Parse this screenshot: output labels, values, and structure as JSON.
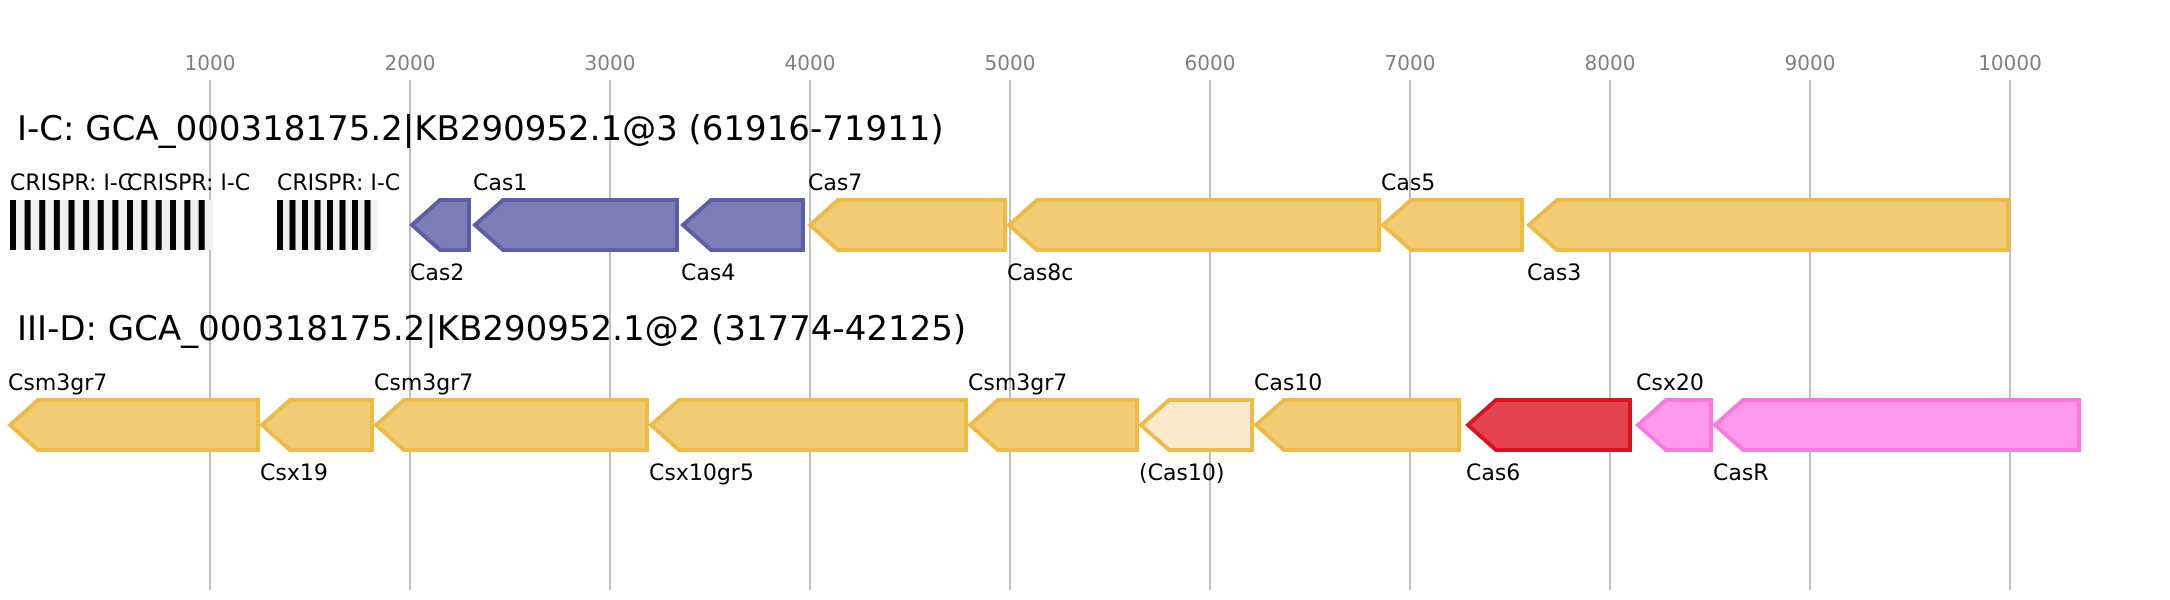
{
  "axis": {
    "ticks": [
      1000,
      2000,
      3000,
      4000,
      5000,
      6000,
      7000,
      8000,
      9000,
      10000
    ],
    "tick_labels": [
      "1000",
      "2000",
      "3000",
      "4000",
      "5000",
      "6000",
      "7000",
      "8000",
      "9000",
      "10000"
    ]
  },
  "colors": {
    "yellow": {
      "fill": "#f2cc74",
      "stroke": "#eebb44"
    },
    "blue": {
      "fill": "#7b7db5",
      "stroke": "#5b5ea6"
    },
    "light": {
      "fill": "#f9eacb",
      "stroke": "#eebb44"
    },
    "red": {
      "fill": "#e4434f",
      "stroke": "#dd1122"
    },
    "pink": {
      "fill": "#ff99ee",
      "stroke": "#ff77dd"
    }
  },
  "loci": [
    {
      "title": "I-C: GCA_000318175.2|KB290952.1@3 (61916-71911)",
      "crispr": [
        {
          "label": "CRISPR: I-C",
          "start": 0,
          "end": 585,
          "repeats": 8
        },
        {
          "label": "CRISPR: I-C",
          "start": 585,
          "end": 1015,
          "repeats": 6
        },
        {
          "label": "CRISPR: I-C",
          "start": 1335,
          "end": 1835,
          "repeats": 8
        }
      ],
      "genes": [
        {
          "label": "Cas2",
          "start": 2000,
          "end": 2305,
          "color": "blue",
          "label_pos": "below"
        },
        {
          "label": "Cas1",
          "start": 2315,
          "end": 3345,
          "color": "blue",
          "label_pos": "above"
        },
        {
          "label": "Cas4",
          "start": 3355,
          "end": 3975,
          "color": "blue",
          "label_pos": "below"
        },
        {
          "label": "Cas7",
          "start": 3990,
          "end": 4985,
          "color": "yellow",
          "label_pos": "above"
        },
        {
          "label": "Cas8c",
          "start": 4985,
          "end": 6855,
          "color": "yellow",
          "label_pos": "below"
        },
        {
          "label": "Cas5",
          "start": 6855,
          "end": 7570,
          "color": "yellow",
          "label_pos": "above"
        },
        {
          "label": "Cas3",
          "start": 7585,
          "end": 10000,
          "color": "yellow",
          "label_pos": "below"
        }
      ]
    },
    {
      "title": "III-D: GCA_000318175.2|KB290952.1@2 (31774-42125)",
      "crispr": [],
      "genes": [
        {
          "label": "Csm3gr7",
          "start": -10,
          "end": 1250,
          "color": "yellow",
          "label_pos": "above"
        },
        {
          "label": "Csx19",
          "start": 1250,
          "end": 1820,
          "color": "yellow",
          "label_pos": "below"
        },
        {
          "label": "Csm3gr7",
          "start": 1820,
          "end": 3195,
          "color": "yellow",
          "label_pos": "above"
        },
        {
          "label": "Csx10gr5",
          "start": 3195,
          "end": 4790,
          "color": "yellow",
          "label_pos": "below"
        },
        {
          "label": "Csm3gr7",
          "start": 4790,
          "end": 5645,
          "color": "yellow",
          "label_pos": "above"
        },
        {
          "label": "(Cas10)",
          "start": 5645,
          "end": 6220,
          "color": "light",
          "label_pos": "below"
        },
        {
          "label": "Cas10",
          "start": 6220,
          "end": 7255,
          "color": "yellow",
          "label_pos": "above"
        },
        {
          "label": "Cas6",
          "start": 7280,
          "end": 8110,
          "color": "red",
          "label_pos": "below"
        },
        {
          "label": "Csx20",
          "start": 8130,
          "end": 8515,
          "color": "pink",
          "label_pos": "above"
        },
        {
          "label": "CasR",
          "start": 8515,
          "end": 10355,
          "color": "pink",
          "label_pos": "below"
        }
      ]
    }
  ]
}
